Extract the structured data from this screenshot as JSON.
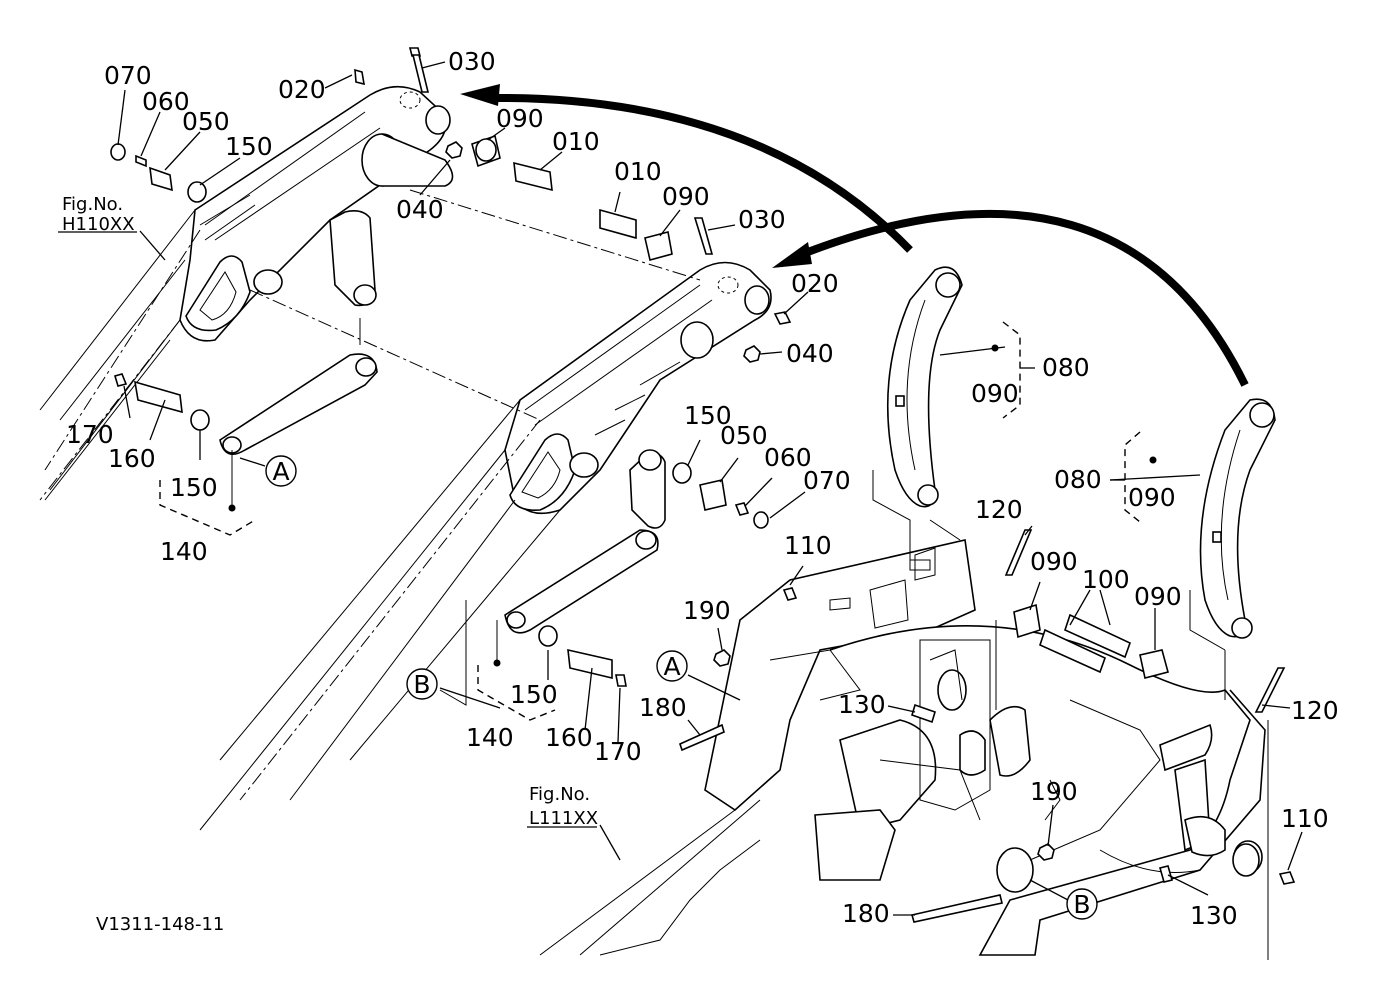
{
  "diagram_code": "V1311-148-11",
  "figure_refs": [
    {
      "id": "ref-upper",
      "title": "Fig.No.",
      "code": "H110XX"
    },
    {
      "id": "ref-lower",
      "title": "Fig.No.",
      "code": "L111XX"
    }
  ],
  "callouts": {
    "A": "A",
    "B": "B"
  },
  "parts": [
    {
      "id": "p1",
      "num": "070"
    },
    {
      "id": "p2",
      "num": "060"
    },
    {
      "id": "p3",
      "num": "050"
    },
    {
      "id": "p4",
      "num": "150"
    },
    {
      "id": "p5",
      "num": "020"
    },
    {
      "id": "p6",
      "num": "030"
    },
    {
      "id": "p7",
      "num": "090"
    },
    {
      "id": "p8",
      "num": "010"
    },
    {
      "id": "p9",
      "num": "040"
    },
    {
      "id": "p10",
      "num": "010"
    },
    {
      "id": "p11",
      "num": "090"
    },
    {
      "id": "p12",
      "num": "030"
    },
    {
      "id": "p13",
      "num": "020"
    },
    {
      "id": "p14",
      "num": "040"
    },
    {
      "id": "p15",
      "num": "080"
    },
    {
      "id": "p16",
      "num": "090"
    },
    {
      "id": "p17",
      "num": "170"
    },
    {
      "id": "p18",
      "num": "160"
    },
    {
      "id": "p19",
      "num": "150"
    },
    {
      "id": "p20",
      "num": "140"
    },
    {
      "id": "p21",
      "num": "150"
    },
    {
      "id": "p22",
      "num": "050"
    },
    {
      "id": "p23",
      "num": "060"
    },
    {
      "id": "p24",
      "num": "070"
    },
    {
      "id": "p25",
      "num": "080"
    },
    {
      "id": "p26",
      "num": "090"
    },
    {
      "id": "p27",
      "num": "120"
    },
    {
      "id": "p28",
      "num": "110"
    },
    {
      "id": "p29",
      "num": "090"
    },
    {
      "id": "p30",
      "num": "100"
    },
    {
      "id": "p31",
      "num": "090"
    },
    {
      "id": "p32",
      "num": "190"
    },
    {
      "id": "p33",
      "num": "150"
    },
    {
      "id": "p34",
      "num": "140"
    },
    {
      "id": "p35",
      "num": "160"
    },
    {
      "id": "p36",
      "num": "170"
    },
    {
      "id": "p37",
      "num": "180"
    },
    {
      "id": "p38",
      "num": "130"
    },
    {
      "id": "p39",
      "num": "120"
    },
    {
      "id": "p40",
      "num": "190"
    },
    {
      "id": "p41",
      "num": "110"
    },
    {
      "id": "p42",
      "num": "180"
    },
    {
      "id": "p43",
      "num": "130"
    }
  ]
}
